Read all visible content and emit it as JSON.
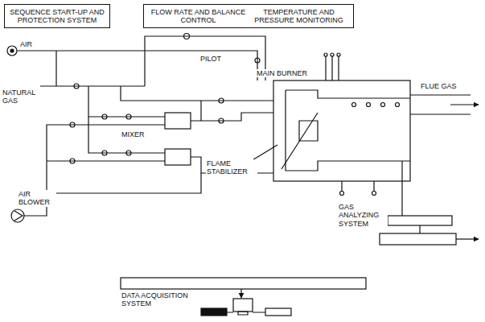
{
  "diagram": {
    "nodes": [
      {
        "text": [
          "SEQUENCE START-UP AND PROTECTION SYSTEM"
        ]
      },
      {
        "text": [
          "FLOW RATE AND BALANCE CONTROL",
          "TEMPERATURE AND PRESSURE MONITORING"
        ]
      }
    ],
    "labels": [
      "AIR",
      "NATURAL GAS",
      "PILOT",
      "MAIN BURNER",
      "FLUE GAS",
      "MIXER",
      "FLAME STABILIZER",
      "AIR BLOWER",
      "GAS ANALYZING SYSTEM",
      "DATA ACQUISITION SYSTEM"
    ]
  }
}
